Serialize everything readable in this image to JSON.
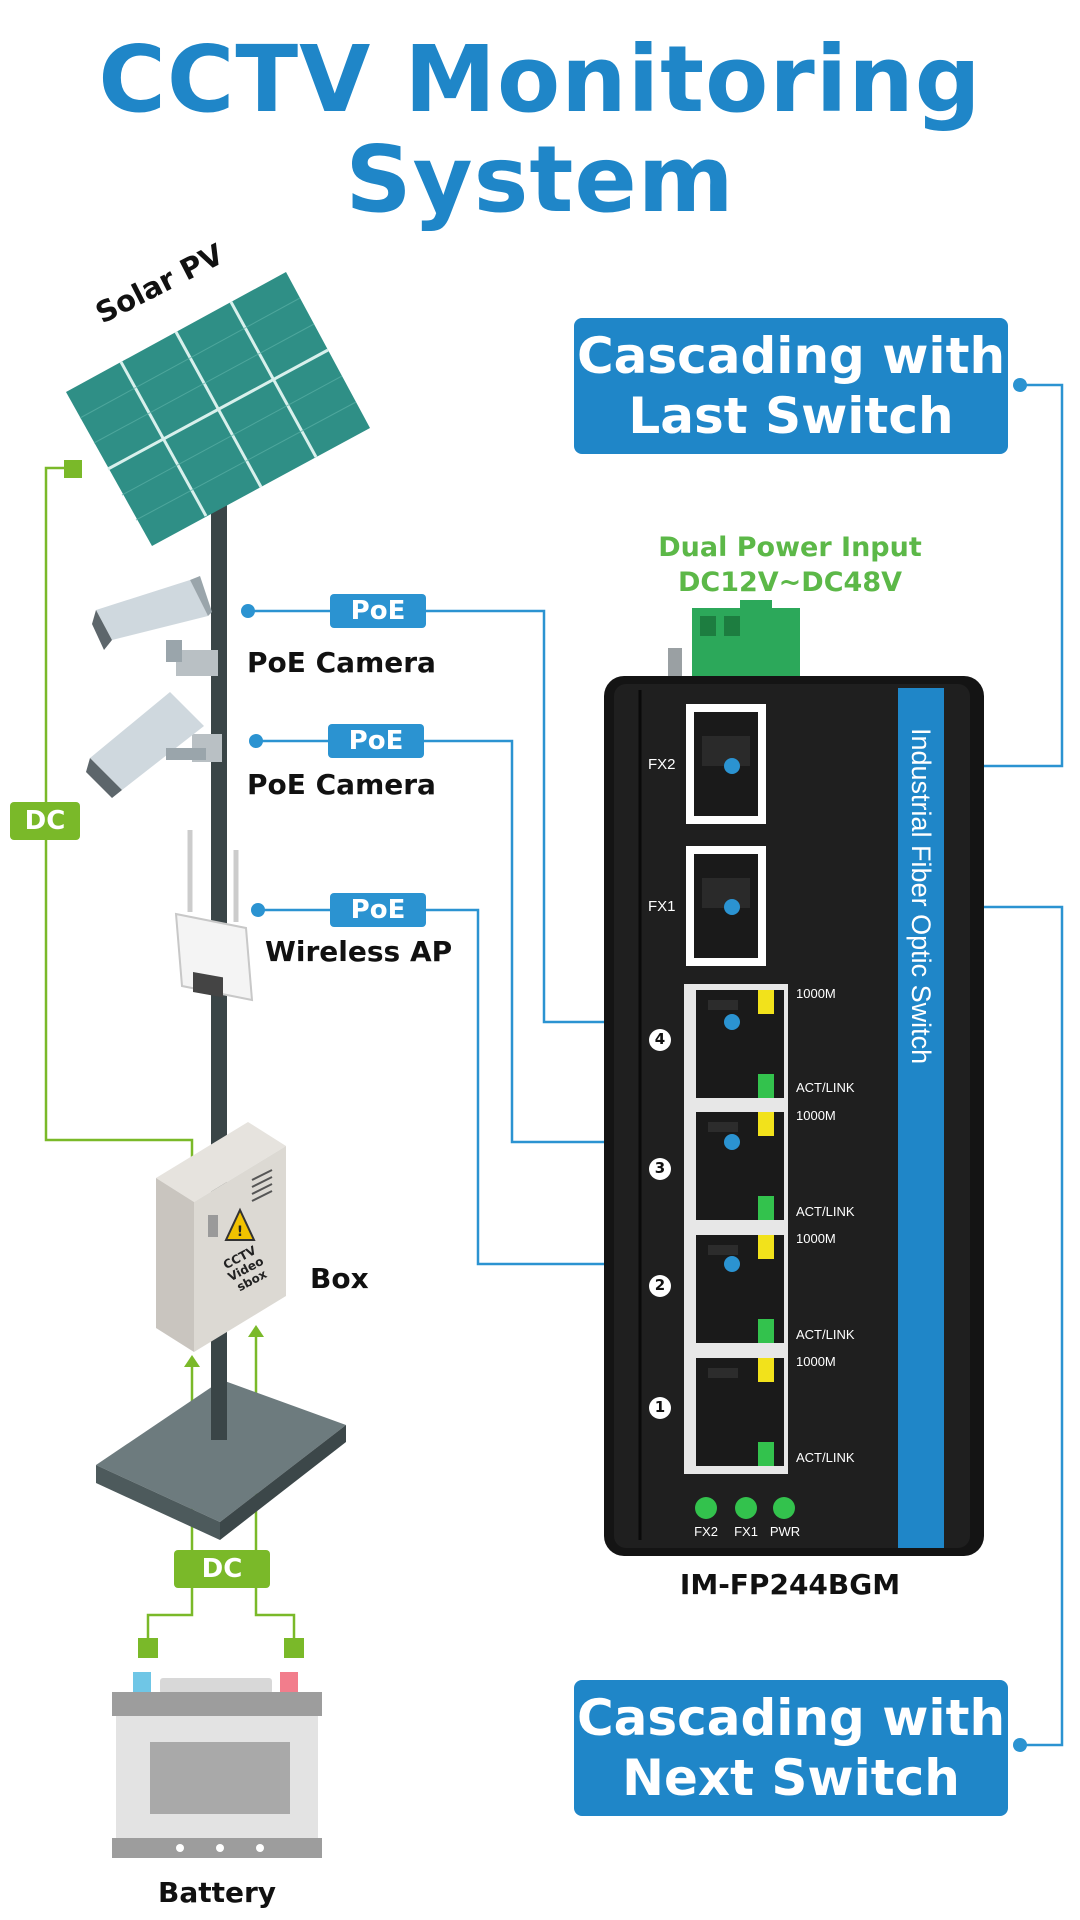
{
  "title": {
    "line1": "CCTV Monitoring",
    "line2": "System"
  },
  "left": {
    "solar_label": "Solar PV",
    "camera1_label": "PoE Camera",
    "camera2_label": "PoE Camera",
    "ap_label": "Wireless AP",
    "box_label": "Box",
    "box_sign": [
      "CCTV",
      "Video",
      "sbox"
    ],
    "battery_label": "Battery",
    "dc_tag_left": "DC",
    "dc_tag_bottom": "DC"
  },
  "poe_tags": [
    "PoE",
    "PoE",
    "PoE"
  ],
  "cascade_last": {
    "line1": "Cascading with",
    "line2": "Last Switch"
  },
  "cascade_next": {
    "line1": "Cascading with",
    "line2": "Next Switch"
  },
  "power_input": {
    "line1": "Dual Power Input",
    "line2": "DC12V~DC48V"
  },
  "switch": {
    "vertical_label": "Industrial Fiber Optic Switch",
    "model": "IM-FP244BGM",
    "fx_ports": [
      "FX2",
      "FX1"
    ],
    "rj45_ports": [
      {
        "number": "4",
        "speed": "1000M",
        "link": "ACT/LINK"
      },
      {
        "number": "3",
        "speed": "1000M",
        "link": "ACT/LINK"
      },
      {
        "number": "2",
        "speed": "1000M",
        "link": "ACT/LINK"
      },
      {
        "number": "1",
        "speed": "1000M",
        "link": "ACT/LINK"
      }
    ],
    "status_leds": [
      "FX2",
      "FX1",
      "PWR"
    ]
  },
  "colors": {
    "title_blue": "#1f86c8",
    "poe_blue": "#2b93d1",
    "dc_green": "#7ab929",
    "switch_body": "#1a1a1a",
    "switch_stripe": "#1f86c8",
    "panel_teal": "#2f8f86"
  }
}
